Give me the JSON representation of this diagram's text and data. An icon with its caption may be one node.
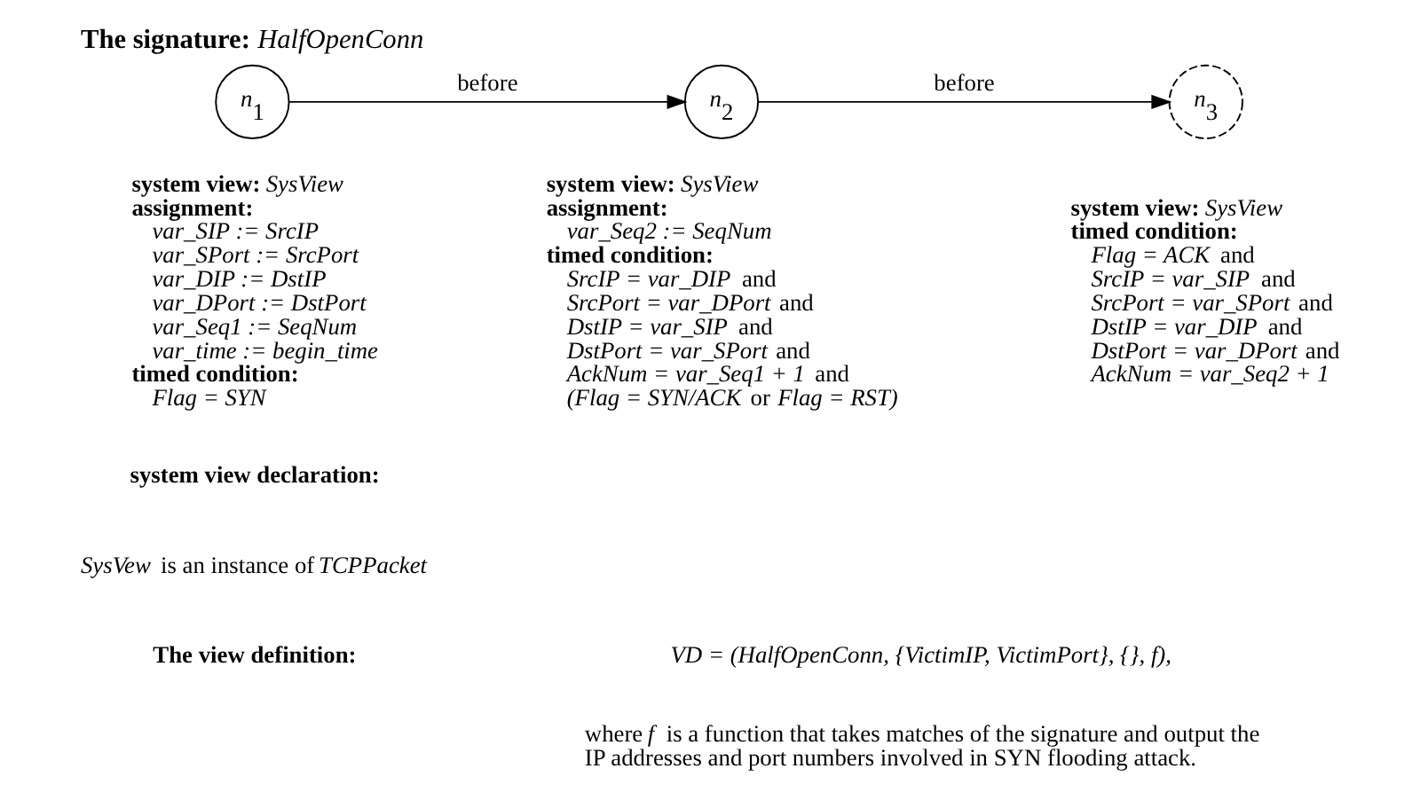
{
  "diagram": {
    "title": "**The signature:** *HalfOpenConn*",
    "nodes": [
      {
        "text": [
          "*n*$_{1}$"
        ],
        "beside": [
          "**system view:** *SysView*",
          "**assignment:**",
          "*var_SIP := SrcIP*",
          "*var_SPort := SrcPort*",
          "*var_DIP := DstIP*",
          "*var_DPort := DstPort*",
          "*var_Seq1 := SeqNum*",
          "*var_time := begin_time*",
          "**timed condition:**",
          "*Flag = SYN*"
        ]
      },
      {
        "text": [
          "*n*$_{2}$"
        ],
        "beside": [
          "**system view:** *SysView*",
          "**assignment:**",
          "*var_Seq2 := SeqNum*",
          "**timed condition:**",
          "*SrcIP = var_DIP* and",
          "*SrcPort = var_DPort* and",
          "*DstIP = var_SIP* and",
          "*DstPort = var_SPort* and",
          "*AckNum = var_Seq1 + 1* and",
          "*(Flag = SYN/ACK* or *Flag = RST)*"
        ]
      },
      {
        "text": [
          "*n*$_{3}$"
        ],
        "beside": [
          "**system view:** *SysView*",
          "**timed condition:**",
          "*Flag = ACK* and",
          "*SrcIP = var_SIP* and",
          "*SrcPort = var_SPort* and",
          "*DstIP = var_DIP* and",
          "*DstPort = var_DPort* and",
          "*AckNum = var_Seq2 + 1*"
        ]
      }
    ],
    "edges": [
      {
        "from": 0,
        "to": 1,
        "arrow": "to",
        "label": "before"
      },
      {
        "from": 1,
        "to": 2,
        "arrow": "to",
        "label": "before"
      }
    ],
    "labels": [
      "**system view declaration:**",
      "*SysVew* is an instance of *TCPPacket*",
      "**The view definition:**",
      "*VD = (HalfOpenConn, {VictimIP, VictimPort}, {}, f),*",
      "where *f* is a function that takes matches of the signature and output the IP addresses and port numbers involved in SYN flooding attack."
    ]
  }
}
